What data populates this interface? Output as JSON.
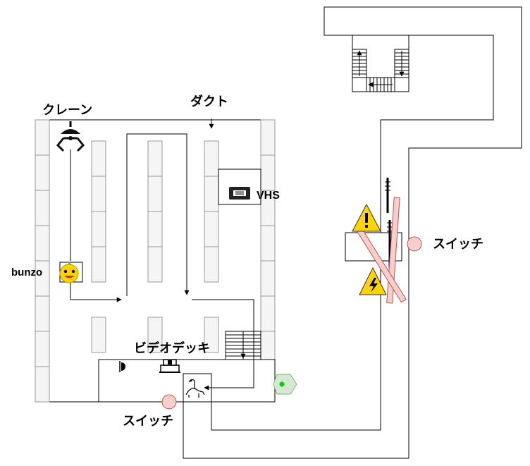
{
  "labels": {
    "crane": "クレーン",
    "duct": "ダクト",
    "vhs": "VHS",
    "bunzo": "bunzo",
    "video_deck": "ビデオデッキ",
    "switch_right": "スイッチ",
    "switch_bottom": "スイッチ"
  },
  "icons": {
    "crane": "crane-claw-icon",
    "vhs": "vhs-cassette-icon",
    "bunzo": "bunzo-character-icon",
    "video_deck": "video-deck-icon",
    "dinosaur": "dinosaur-icon",
    "camera": "security-camera-icon",
    "goal": "green-hexagon-goal-icon",
    "caution": "caution-sign-icon",
    "electric": "electric-hazard-sign-icon",
    "switch": "switch-button-icon",
    "stairs": "stairs-icon",
    "antenna": "antenna-tower-icon"
  },
  "colors": {
    "outline": "#000000",
    "fill": "#ffffff",
    "grid_fill": "#f5f5f5",
    "switch_fill": "#f8cecc",
    "switch_stroke": "#b85450",
    "goal_fill": "#d5e8d4",
    "goal_stroke": "#82b366",
    "goal_dot": "#00cc00",
    "barrier_fill": "#f8cecc",
    "barrier_stroke": "#b85450",
    "warning_yellow": "#ffd400"
  }
}
